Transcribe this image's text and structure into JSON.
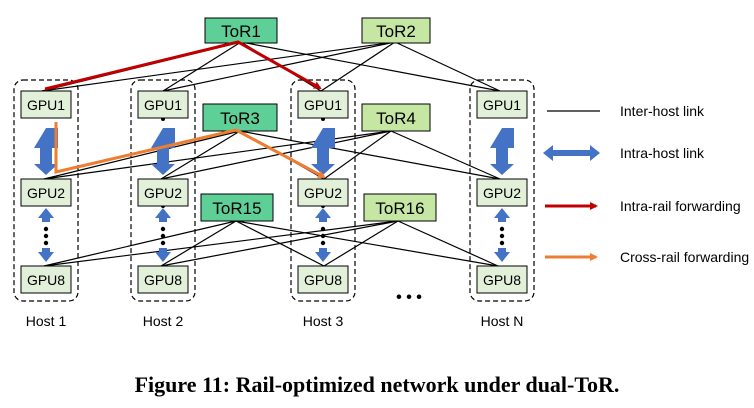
{
  "tors": {
    "tor1": "ToR1",
    "tor2": "ToR2",
    "tor3": "ToR3",
    "tor4": "ToR4",
    "tor15": "ToR15",
    "tor16": "ToR16"
  },
  "gpus": {
    "gpu1": "GPU1",
    "gpu2": "GPU2",
    "gpu8": "GPU8"
  },
  "hosts": [
    "Host 1",
    "Host 2",
    "Host 3",
    "Host N"
  ],
  "ellipsis": "• • •",
  "legend": {
    "inter_host": "Inter-host link",
    "intra_host": "Intra-host link",
    "intra_rail": "Intra-rail forwarding",
    "cross_rail": "Cross-rail forwarding"
  },
  "caption": "Figure 11: Rail-optimized network under dual-ToR.",
  "colors": {
    "tor_dark": "#5ecf97",
    "tor_light": "#c6e7a4",
    "gpu_fill": "#e2efd9",
    "intra_host_arrow": "#4472c4",
    "intra_rail_arrow": "#c00000",
    "cross_rail_arrow": "#ed7d31",
    "link": "#000000"
  }
}
